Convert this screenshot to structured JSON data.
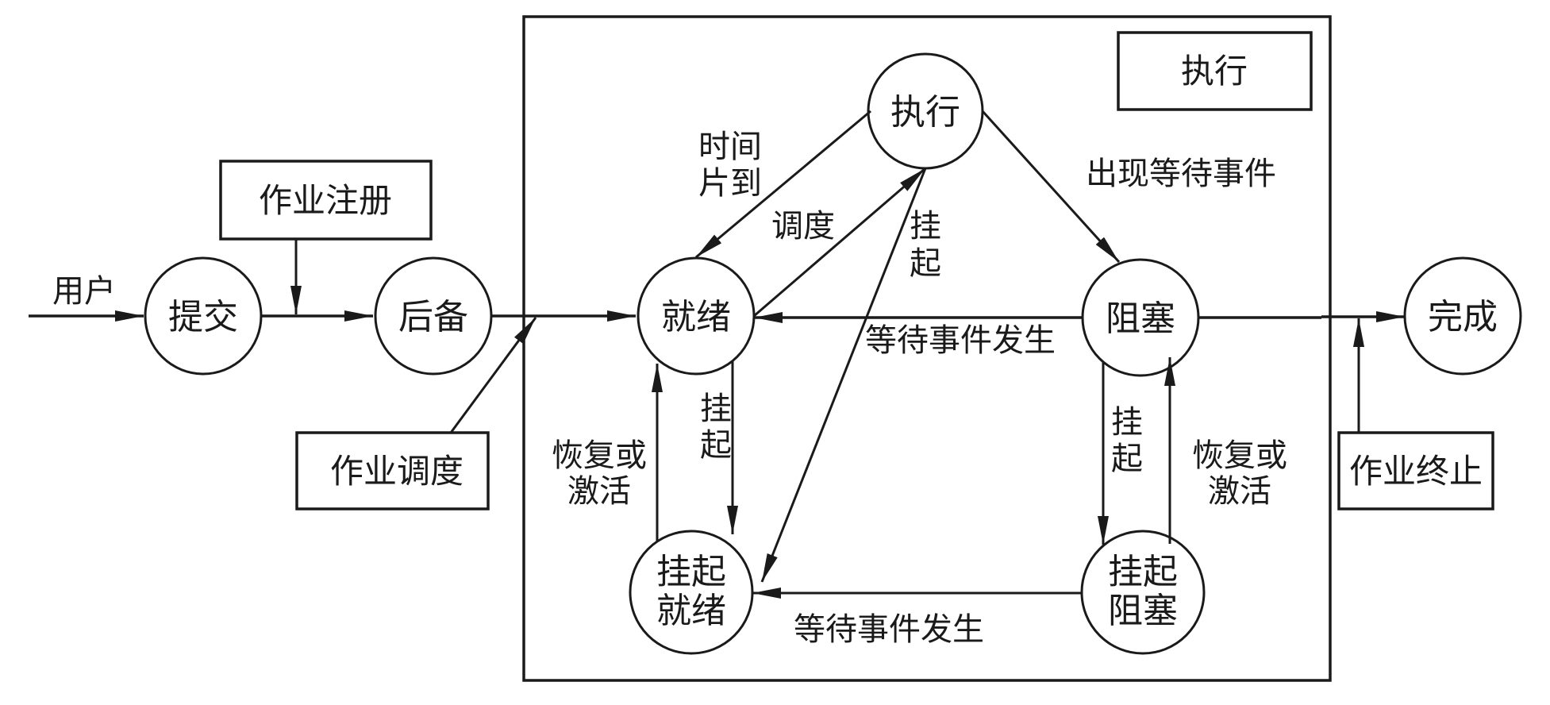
{
  "diagram": {
    "type": "job-and-process-state-transition",
    "container": {
      "label": "执行"
    },
    "nodes": {
      "submit": "提交",
      "backup": "后备",
      "ready": "就绪",
      "running": "执行",
      "blocked": "阻塞",
      "done": "完成",
      "suspended_ready": [
        "挂起",
        "就绪"
      ],
      "suspended_blocked": [
        "挂起",
        "阻塞"
      ]
    },
    "boxes": {
      "job_register": "作业注册",
      "job_schedule": "作业调度",
      "job_terminate": "作业终止"
    },
    "edge_labels": {
      "user": "用户",
      "time_slice": [
        "时间",
        "片到"
      ],
      "dispatch": "调度",
      "suspend_running": [
        "挂",
        "起"
      ],
      "wait_event": "出现等待事件",
      "event_occurs_top": "等待事件发生",
      "suspend_ready": [
        "挂",
        "起"
      ],
      "resume_ready": [
        "恢复或",
        "激活"
      ],
      "suspend_blocked": [
        "挂",
        "起"
      ],
      "resume_blocked": [
        "恢复或",
        "激活"
      ],
      "event_occurs_bottom": "等待事件发生"
    },
    "edges": [
      {
        "from": "user",
        "to": "submit",
        "label": "用户"
      },
      {
        "from": "submit",
        "to": "backup"
      },
      {
        "from": "job_register",
        "to": "submit-backup-line"
      },
      {
        "from": "backup",
        "to": "ready"
      },
      {
        "from": "job_schedule",
        "to": "backup-ready-line"
      },
      {
        "from": "running",
        "to": "ready",
        "label": "时间片到"
      },
      {
        "from": "ready",
        "to": "running",
        "label": "调度"
      },
      {
        "from": "running",
        "to": "suspended_ready",
        "label": "挂起"
      },
      {
        "from": "running",
        "to": "blocked",
        "label": "出现等待事件"
      },
      {
        "from": "blocked",
        "to": "ready",
        "label": "等待事件发生"
      },
      {
        "from": "ready",
        "to": "suspended_ready",
        "label": "挂起"
      },
      {
        "from": "suspended_ready",
        "to": "ready",
        "label": "恢复或激活"
      },
      {
        "from": "blocked",
        "to": "suspended_blocked",
        "label": "挂起"
      },
      {
        "from": "suspended_blocked",
        "to": "blocked",
        "label": "恢复或激活"
      },
      {
        "from": "suspended_blocked",
        "to": "suspended_ready",
        "label": "等待事件发生"
      },
      {
        "from": "blocked",
        "to": "done"
      },
      {
        "from": "job_terminate",
        "to": "blocked-done-line"
      }
    ]
  }
}
